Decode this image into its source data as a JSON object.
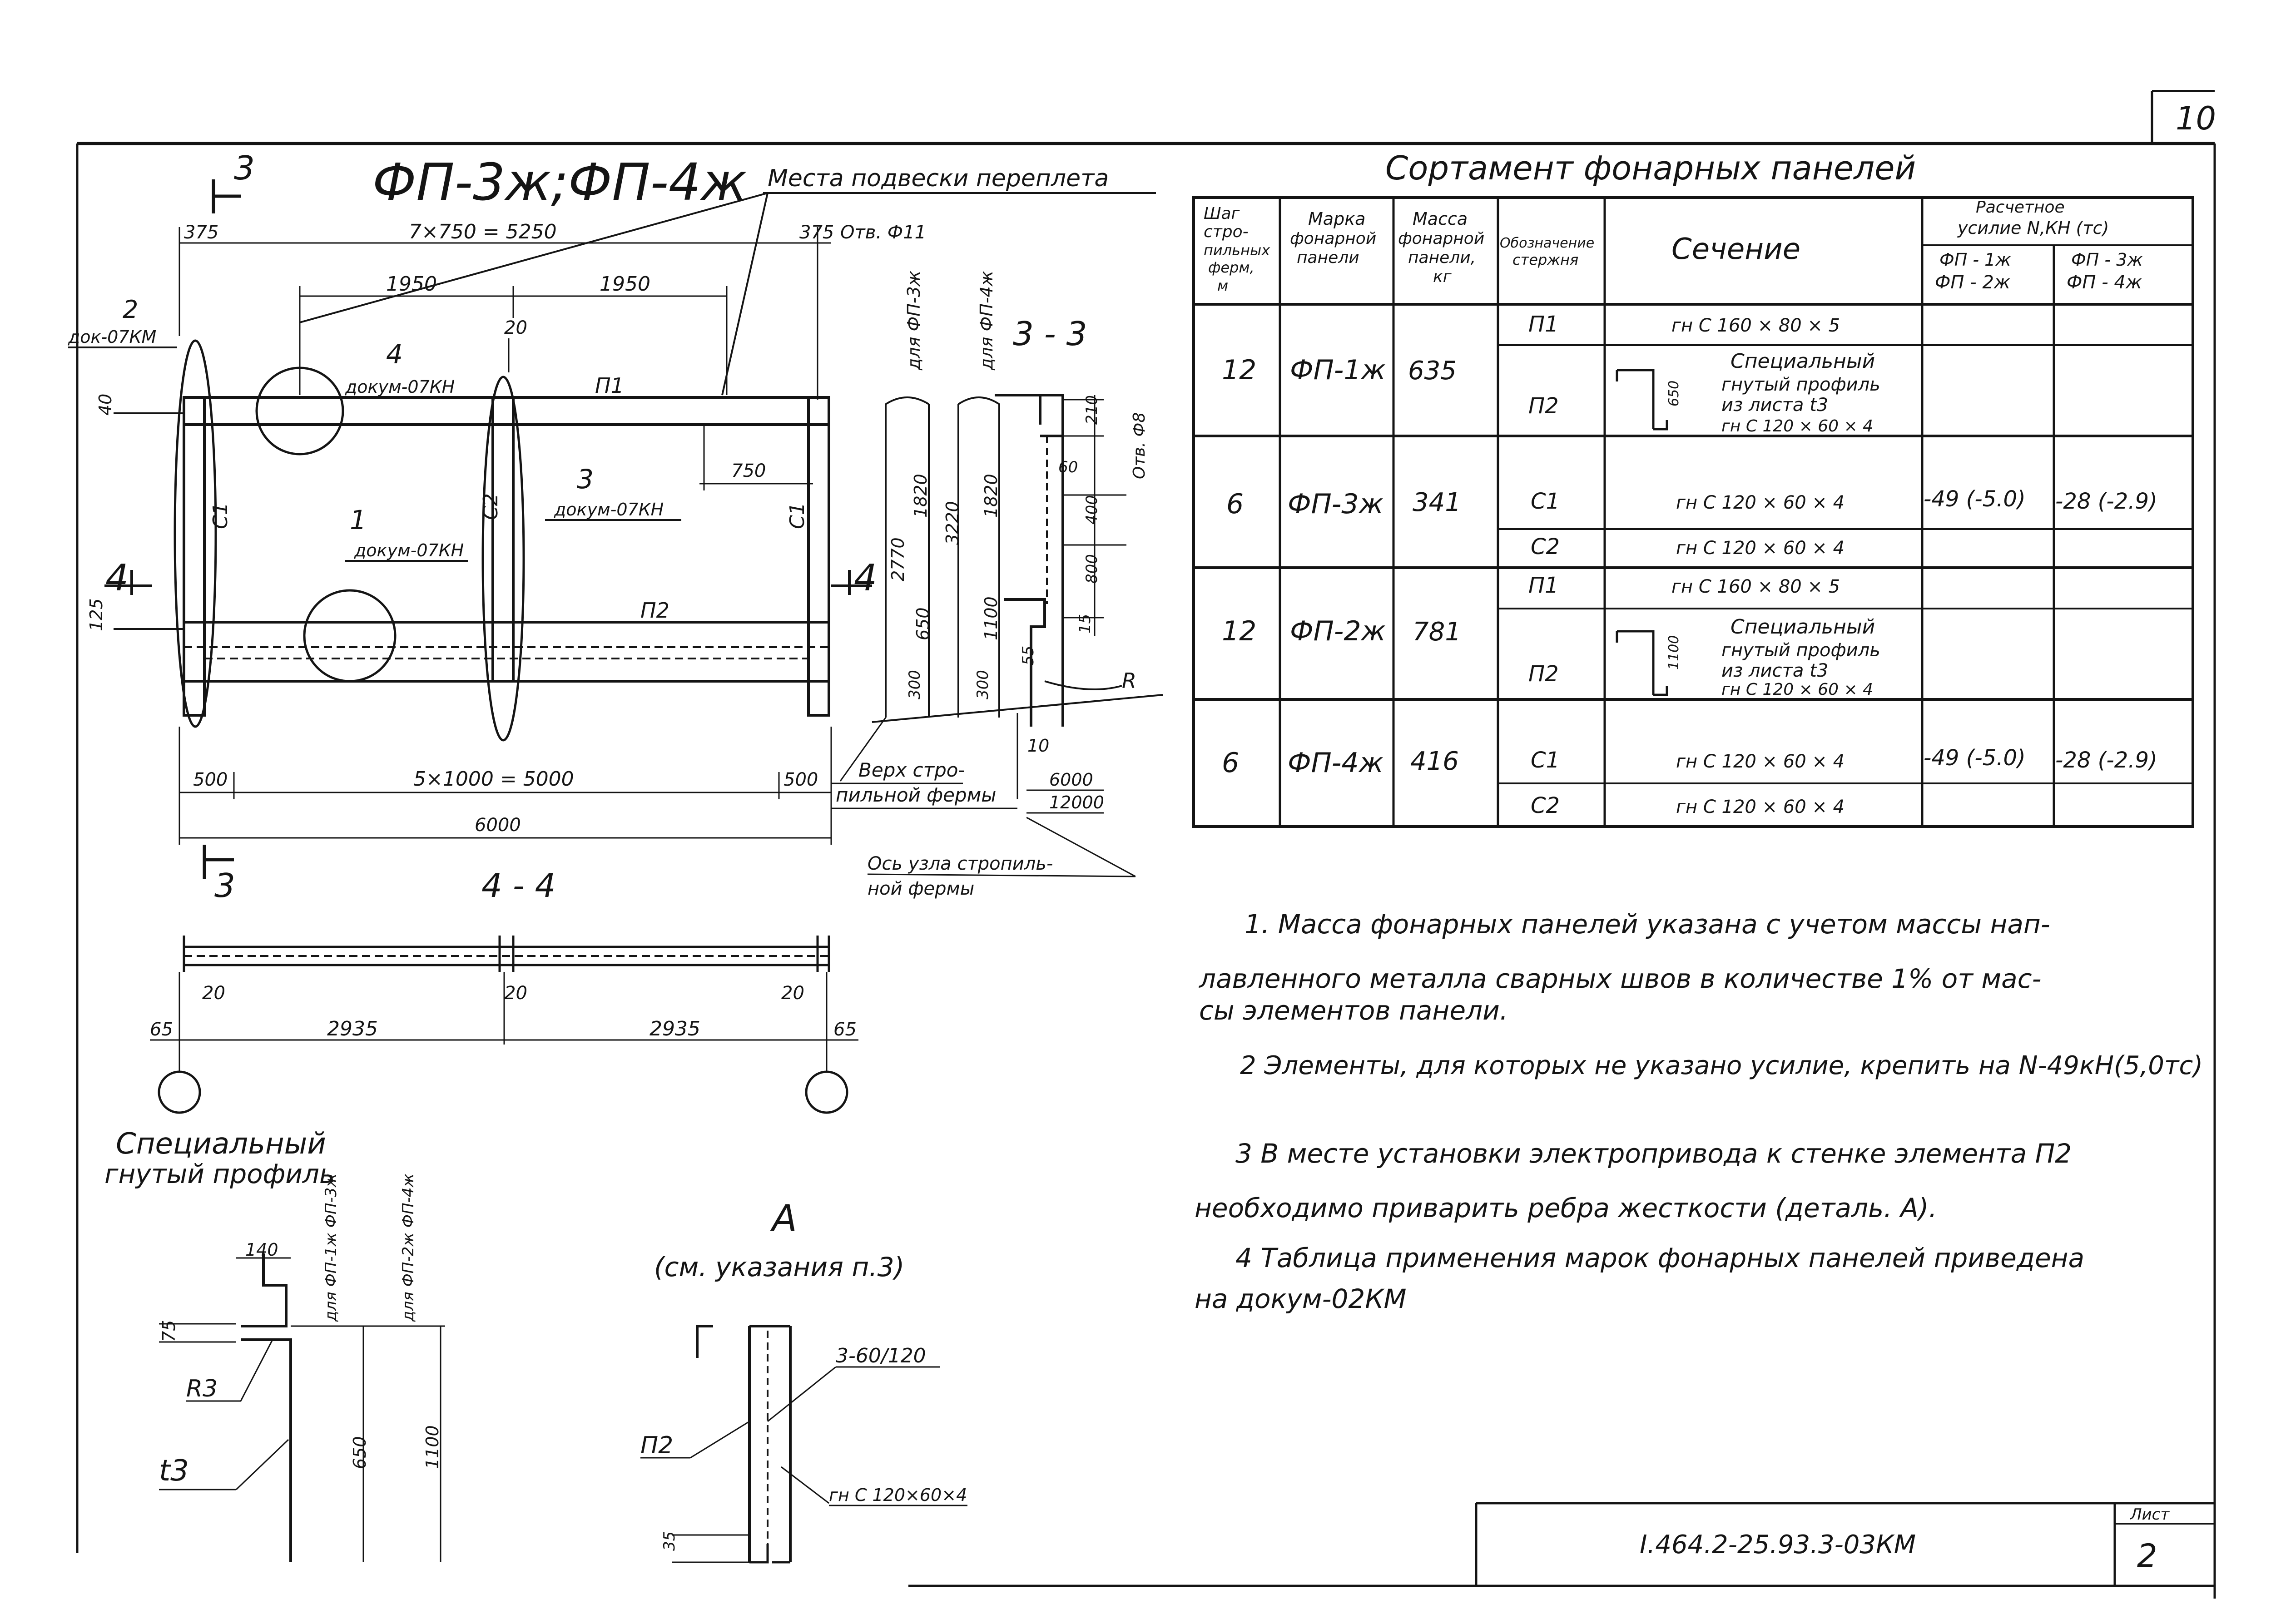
{
  "sheet": {
    "corner_number": "10",
    "code": "I.464.2-25.93.3-03КМ",
    "sheet_label": "Лист",
    "sheet_no": "2"
  },
  "front_view": {
    "title": "ФП-3ж;ФП-4ж",
    "section_mark_top": "3",
    "section_mark_bottom": "3",
    "section_mark_left_top": "4",
    "section_mark_left_bottom": "4",
    "section_mark_right": "4",
    "hanging_note": "Места подвески переплета",
    "dim_left_375": "375",
    "dim_spacing": "7×750 = 5250",
    "dim_right_375": "375",
    "hole_note": "Отв. Ф11",
    "dim_1950_left": "1950",
    "dim_1950_right": "1950",
    "dim_20": "20",
    "dim_40": "40",
    "dim_750": "750",
    "dim_125": "125",
    "dim_500_left": "500",
    "dim_5000": "5×1000 = 5000",
    "dim_500_right": "500",
    "dim_6000": "6000",
    "label_p1": "П1",
    "label_p2": "П2",
    "label_c1_left": "С1",
    "label_c2": "С2",
    "label_c1_right": "С1",
    "callout1_num": "1",
    "callout1_doc": "докум-07КН",
    "callout2_num": "2",
    "callout2_doc": "док-07КМ",
    "callout3_num": "3",
    "callout3_doc": "докум-07КН",
    "callout4_num": "4",
    "callout4_doc": "докум-07КН"
  },
  "section_33": {
    "title": "3 - 3",
    "label_fp3": "для ФП-3ж",
    "label_fp4": "для ФП-4ж",
    "dim_2770": "2770",
    "dim_1820_a": "1820",
    "dim_1820_b": "1820",
    "dim_3220": "3220",
    "dim_650": "650",
    "dim_1100": "1100",
    "dim_300_a": "300",
    "dim_300_b": "300",
    "dim_55": "55",
    "dim_210": "210",
    "dim_60": "60",
    "dim_400": "400",
    "dim_800": "800",
    "dim_15": "15",
    "dim_10": "10",
    "hole_d8": "Отв. Ф8",
    "radius": "R",
    "truss_top": "Верх стро-пильной фермы",
    "truss_top_l1": "Верх стро-",
    "truss_top_l2": "пильной фермы",
    "dim_6000": "6000",
    "dim_12000": "12000",
    "truss_axis_l1": "Ось узла стропиль-",
    "truss_axis_l2": "ной фермы"
  },
  "section_44": {
    "title": "4 - 4",
    "dim_65_left": "65",
    "dim_20_a": "20",
    "dim_2935_a": "2935",
    "dim_20_b": "20",
    "dim_2935_b": "2935",
    "dim_20_c": "20",
    "dim_65_right": "65"
  },
  "profile_detail": {
    "title_l1": "Специальный",
    "title_l2": "гнутый профиль",
    "dim_140": "140",
    "dim_75": "75",
    "radius": "R3",
    "thickness": "t3",
    "label_fp13": "для ФП-1ж ФП-3ж",
    "label_fp24": "для ФП-2ж ФП-4ж",
    "dim_650": "650",
    "dim_1100": "1100"
  },
  "detail_a": {
    "title": "А",
    "subtitle": "(см. указания п.3)",
    "rib": "3-60/120",
    "element": "П2",
    "section": "гн С 120×60×4",
    "dim_35": "35"
  },
  "table": {
    "title": "Сортамент фонарных панелей",
    "headers": {
      "step": "Шаг стро-пильных ферм, м",
      "step_l1": "Шаг",
      "step_l2": "стро-",
      "step_l3": "пильных",
      "step_l4": "ферм,",
      "step_l5": "м",
      "mark_l1": "Марка",
      "mark_l2": "фонарной",
      "mark_l3": "панели",
      "mass_l1": "Масса",
      "mass_l2": "фонарной",
      "mass_l3": "панели,",
      "mass_l4": "кг",
      "bar_l1": "Обозначение",
      "bar_l2": "стержня",
      "section": "Сечение",
      "force_l1": "Расчетное",
      "force_l2": "усилие N,КН (тс)",
      "col_a_l1": "ФП - 1ж",
      "col_a_l2": "ФП - 2ж",
      "col_b_l1": "ФП - 3ж",
      "col_b_l2": "ФП - 4ж"
    },
    "groups": [
      {
        "step": "12",
        "mark": "ФП-1ж",
        "mass": "635",
        "rows": [
          {
            "bar": "П1",
            "section": "гн С 160 × 80 × 5",
            "fa": "",
            "fb": ""
          },
          {
            "bar": "П2",
            "section_l1": "Специальный",
            "section_l2": "гнутый профиль",
            "section_l3": "из листа t3",
            "section_l4": "гн С 120 × 60 × 4",
            "dim": "650",
            "fa": "",
            "fb": ""
          }
        ]
      },
      {
        "step": "6",
        "mark": "ФП-3ж",
        "mass": "341",
        "rows": [
          {
            "bar": "С1",
            "section": "гн С 120 × 60 × 4",
            "fa": "-49 (-5.0)",
            "fb": "-28 (-2.9)"
          },
          {
            "bar": "С2",
            "section": "гн С 120 × 60 × 4",
            "fa": "",
            "fb": ""
          }
        ]
      },
      {
        "step": "12",
        "mark": "ФП-2ж",
        "mass": "781",
        "rows": [
          {
            "bar": "П1",
            "section": "гн С 160 × 80 × 5",
            "fa": "",
            "fb": ""
          },
          {
            "bar": "П2",
            "section_l1": "Специальный",
            "section_l2": "гнутый профиль",
            "section_l3": "из листа t3",
            "section_l4": "гн С 120 × 60 × 4",
            "dim": "1100",
            "fa": "",
            "fb": ""
          }
        ]
      },
      {
        "step": "6",
        "mark": "ФП-4ж",
        "mass": "416",
        "rows": [
          {
            "bar": "С1",
            "section": "гн С 120 × 60 × 4",
            "fa": "-49 (-5.0)",
            "fb": "-28 (-2.9)"
          },
          {
            "bar": "С2",
            "section": "гн С 120 × 60 × 4",
            "fa": "",
            "fb": ""
          }
        ]
      }
    ]
  },
  "notes": {
    "n1_l1": "1. Масса фонарных панелей указана с учетом массы нап-",
    "n1_l2": "лавленного металла сварных швов в количестве 1% от мас-",
    "n1_l3": "сы элементов панели.",
    "n2": "2 Элементы, для которых не указано усилие, крепить на N-49кН(5,0тс)",
    "n3_l1": "3 В месте установки электропривода к стенке элемента П2",
    "n3_l2": "необходимо приварить ребра жесткости (деталь. А).",
    "n4_l1": "4 Таблица применения марок фонарных панелей приведена",
    "n4_l2": "на докум-02КМ"
  }
}
